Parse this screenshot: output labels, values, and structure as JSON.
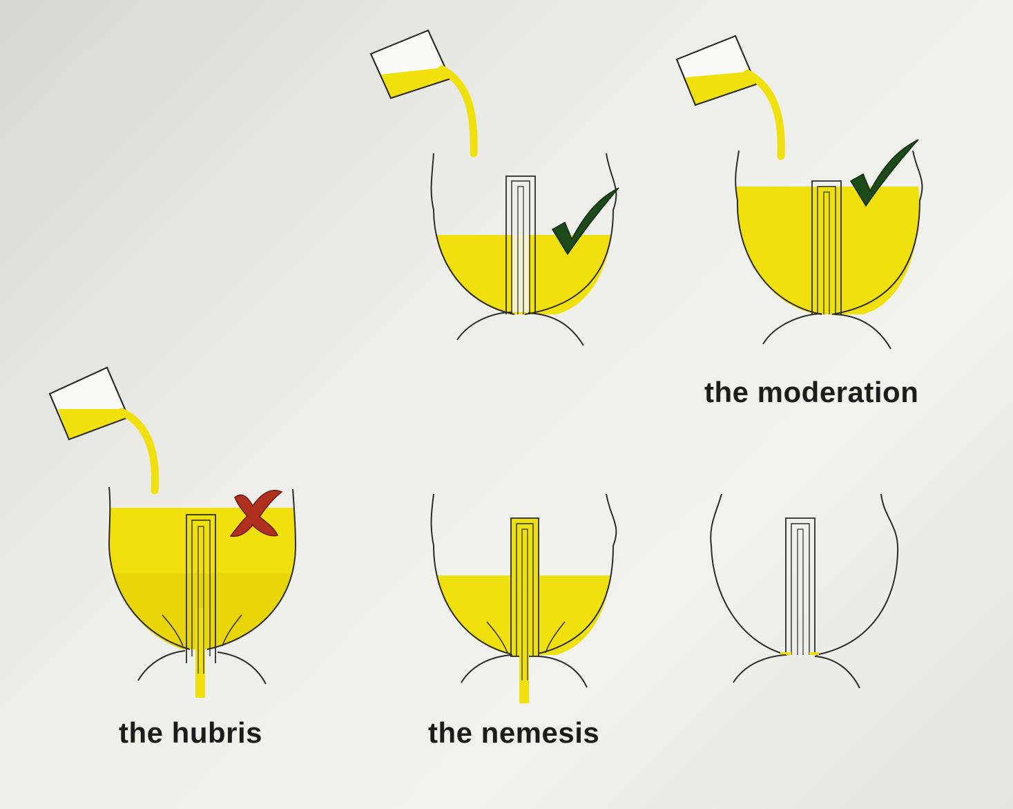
{
  "captions": {
    "moderation": "the moderation",
    "hubris": "the hubris",
    "nemesis": "the nemesis"
  },
  "colors": {
    "liquid": "#f0e10e",
    "liquid_dark": "#e0cd08",
    "outline": "#2a2a2a",
    "check": "#1d4a1a",
    "cross": "#b03020"
  },
  "vessels": [
    {
      "id": "top-middle",
      "pouring": true,
      "fill_level": "below siphon top",
      "mark": "check-icon",
      "draining": false
    },
    {
      "id": "top-right",
      "pouring": true,
      "fill_level": "at siphon top",
      "mark": "check-icon",
      "draining": false
    },
    {
      "id": "bottom-left",
      "pouring": true,
      "fill_level": "above siphon top",
      "mark": "cross-icon",
      "draining": true
    },
    {
      "id": "bottom-middle",
      "pouring": false,
      "fill_level": "draining",
      "mark": "",
      "draining": true
    },
    {
      "id": "bottom-right",
      "pouring": false,
      "fill_level": "empty",
      "mark": "",
      "draining": false
    }
  ]
}
